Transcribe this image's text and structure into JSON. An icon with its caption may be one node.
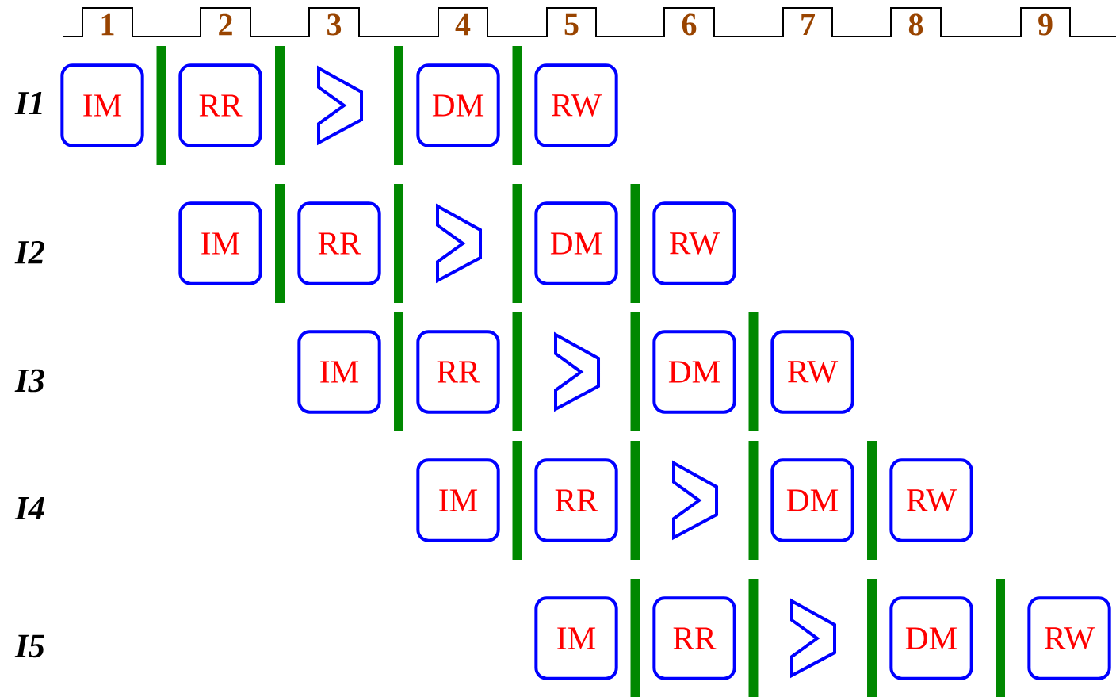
{
  "diagram": {
    "nodes": [
      {
        "text": [
          "IM"
        ]
      },
      {
        "text": [
          "RR"
        ]
      },
      {
        "text": [],
        "shape": "chevron"
      },
      {
        "text": [
          "DM"
        ]
      },
      {
        "text": [
          "RW"
        ]
      },
      {
        "text": [
          "IM"
        ]
      },
      {
        "text": [
          "RR"
        ]
      },
      {
        "text": [],
        "shape": "chevron"
      },
      {
        "text": [
          "DM"
        ]
      },
      {
        "text": [
          "RW"
        ]
      },
      {
        "text": [
          "IM"
        ]
      },
      {
        "text": [
          "RR"
        ]
      },
      {
        "text": [],
        "shape": "chevron"
      },
      {
        "text": [
          "DM"
        ]
      },
      {
        "text": [
          "RW"
        ]
      },
      {
        "text": [
          "IM"
        ]
      },
      {
        "text": [
          "RR"
        ]
      },
      {
        "text": [],
        "shape": "chevron"
      },
      {
        "text": [
          "DM"
        ]
      },
      {
        "text": [
          "RW"
        ]
      },
      {
        "text": [
          "IM"
        ]
      },
      {
        "text": [
          "RR"
        ]
      },
      {
        "text": [],
        "shape": "chevron"
      },
      {
        "text": [
          "DM"
        ]
      },
      {
        "text": [
          "RW"
        ]
      }
    ],
    "labels": [
      "1",
      "2",
      "3",
      "4",
      "5",
      "6",
      "7",
      "8",
      "9",
      "I1",
      "I2",
      "I3",
      "I4",
      "I5"
    ]
  }
}
